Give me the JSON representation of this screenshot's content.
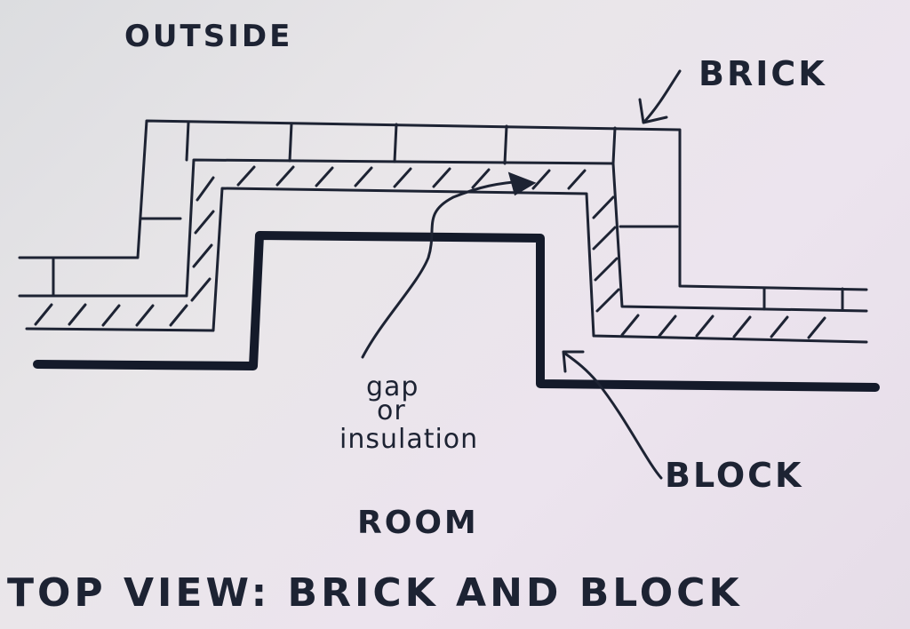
{
  "labels": {
    "outside": "OUTSIDE",
    "brick": "BRICK",
    "gap": "gap",
    "or": "or",
    "insulation": "insulation",
    "block": "BLOCK",
    "room": "ROOM",
    "title": "TOP VIEW: BRICK AND BLOCK"
  },
  "colors": {
    "ink": "#1d2333",
    "paper": "#e6e3e8"
  }
}
